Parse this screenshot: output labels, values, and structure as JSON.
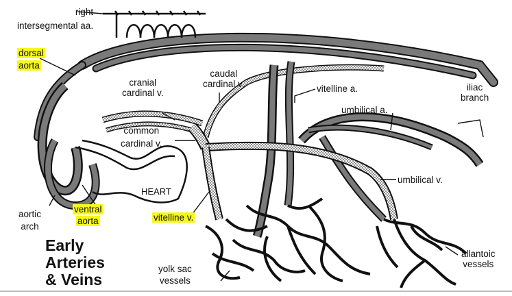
{
  "labels": {
    "right_intersegmental": [
      "right",
      "intersegmental  aa."
    ],
    "dorsal_aorta": [
      "dorsal",
      "aorta"
    ],
    "cranial_cardinal": [
      "cranial",
      "cardinal v."
    ],
    "caudal_cardinal": [
      "caudal",
      "cardinal v."
    ],
    "vitelline_a": "vitelline a.",
    "iliac_branch": [
      "iliac",
      "branch"
    ],
    "umbilical_a": "umbilical a.",
    "common_cardinal": [
      "common",
      "cardinal v."
    ],
    "umbilical_v": "umbilical v.",
    "heart": "HEART",
    "aortic_arch": [
      "aortic",
      "arch"
    ],
    "ventral_aorta": [
      "ventral",
      "aorta"
    ],
    "vitelline_v": "vitelline v.",
    "allantoic_vessels": [
      "allantoic",
      "vessels"
    ],
    "yolk_sac_vessels": [
      "yolk sac",
      "vessels"
    ]
  },
  "title": [
    "Early",
    "Arteries",
    "& Veins"
  ],
  "highlight_color": "#f7f71e"
}
